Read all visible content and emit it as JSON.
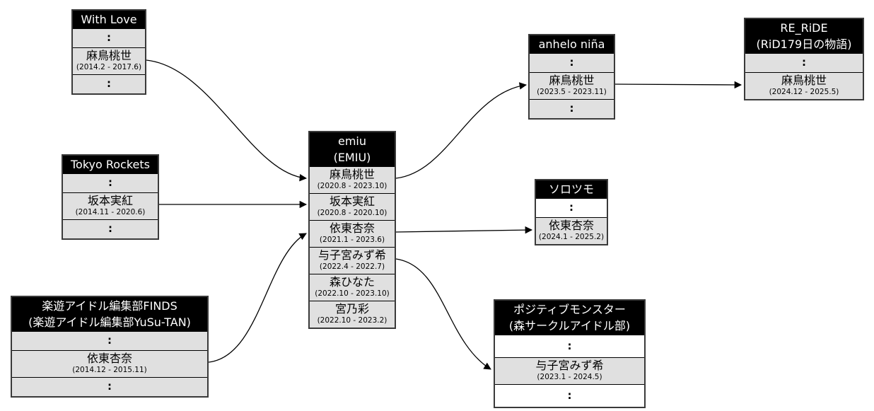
{
  "diagram": {
    "ellipsis": ":",
    "colors": {
      "background": "#ffffff",
      "header_bg": "#000000",
      "header_text": "#ffffff",
      "row_gray": "#e0e0e0",
      "row_white": "#ffffff",
      "border": "#3a3a3a",
      "edge": "#000000"
    },
    "groups": {
      "withLove": {
        "title": [
          "With Love"
        ],
        "members": [
          {
            "name": "麻鳥桃世",
            "period": "(2014.2 - 2017.6)"
          }
        ]
      },
      "tokyoRockets": {
        "title": [
          "Tokyo Rockets"
        ],
        "members": [
          {
            "name": "坂本実紅",
            "period": "(2014.11 - 2020.6)"
          }
        ]
      },
      "rakuyu": {
        "title": [
          "楽遊アイドル編集部FINDS",
          "(楽遊アイドル編集部YuSu-TAN)"
        ],
        "members": [
          {
            "name": "依東杏奈",
            "period": "(2014.12 - 2015.11)"
          }
        ]
      },
      "emiu": {
        "title": [
          "emiu",
          "(EMIU)"
        ],
        "members": [
          {
            "name": "麻鳥桃世",
            "period": "(2020.8 - 2023.10)"
          },
          {
            "name": "坂本実紅",
            "period": "(2020.8 - 2020.10)"
          },
          {
            "name": "依東杏奈",
            "period": "(2021.1 - 2023.6)"
          },
          {
            "name": "与子宮みず希",
            "period": "(2022.4 - 2022.7)"
          },
          {
            "name": "森ひなた",
            "period": "(2022.10 - 2023.10)"
          },
          {
            "name": "宮乃彩",
            "period": "(2022.10 - 2023.2)"
          }
        ]
      },
      "anheloNina": {
        "title": [
          "anhelo niña"
        ],
        "members": [
          {
            "name": "麻鳥桃世",
            "period": "(2023.5 - 2023.11)"
          }
        ]
      },
      "reRide": {
        "title": [
          "RE_RiDE",
          "(RiD179日の物語)"
        ],
        "members": [
          {
            "name": "麻鳥桃世",
            "period": "(2024.12 - 2025.5)"
          }
        ]
      },
      "soloTsumo": {
        "title": [
          "ソロツモ"
        ],
        "members": [
          {
            "name": "依東杏奈",
            "period": "(2024.1 - 2025.2)"
          }
        ]
      },
      "positiveMonster": {
        "title": [
          "ポジティブモンスター",
          "(森サークルアイドル部)"
        ],
        "members": [
          {
            "name": "与子宮みず希",
            "period": "(2023.1 - 2024.5)"
          }
        ]
      }
    },
    "edges": [
      {
        "from": "withLove.麻鳥桃世",
        "to": "emiu.麻鳥桃世"
      },
      {
        "from": "tokyoRockets.坂本実紅",
        "to": "emiu.坂本実紅"
      },
      {
        "from": "rakuyu.依東杏奈",
        "to": "emiu.依東杏奈"
      },
      {
        "from": "emiu.麻鳥桃世",
        "to": "anheloNina.麻鳥桃世"
      },
      {
        "from": "emiu.依東杏奈",
        "to": "soloTsumo.依東杏奈"
      },
      {
        "from": "emiu.与子宮みず希",
        "to": "positiveMonster.与子宮みず希"
      },
      {
        "from": "anheloNina.麻鳥桃世",
        "to": "reRide.麻鳥桃世"
      }
    ]
  }
}
